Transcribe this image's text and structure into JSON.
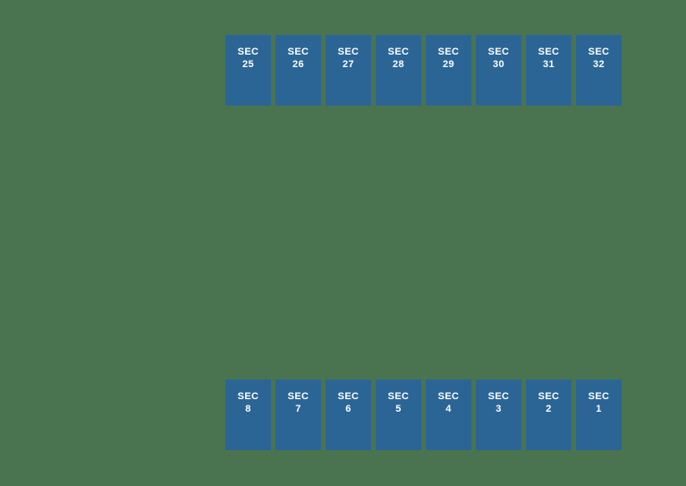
{
  "colors": {
    "background": "#4a7450",
    "section_fill": "#2b6596",
    "section_text": "#ffffff"
  },
  "seat_map": {
    "top_row": [
      {
        "prefix": "SEC",
        "number": "25"
      },
      {
        "prefix": "SEC",
        "number": "26"
      },
      {
        "prefix": "SEC",
        "number": "27"
      },
      {
        "prefix": "SEC",
        "number": "28"
      },
      {
        "prefix": "SEC",
        "number": "29"
      },
      {
        "prefix": "SEC",
        "number": "30"
      },
      {
        "prefix": "SEC",
        "number": "31"
      },
      {
        "prefix": "SEC",
        "number": "32"
      }
    ],
    "bottom_row": [
      {
        "prefix": "SEC",
        "number": "8"
      },
      {
        "prefix": "SEC",
        "number": "7"
      },
      {
        "prefix": "SEC",
        "number": "6"
      },
      {
        "prefix": "SEC",
        "number": "5"
      },
      {
        "prefix": "SEC",
        "number": "4"
      },
      {
        "prefix": "SEC",
        "number": "3"
      },
      {
        "prefix": "SEC",
        "number": "2"
      },
      {
        "prefix": "SEC",
        "number": "1"
      }
    ]
  }
}
